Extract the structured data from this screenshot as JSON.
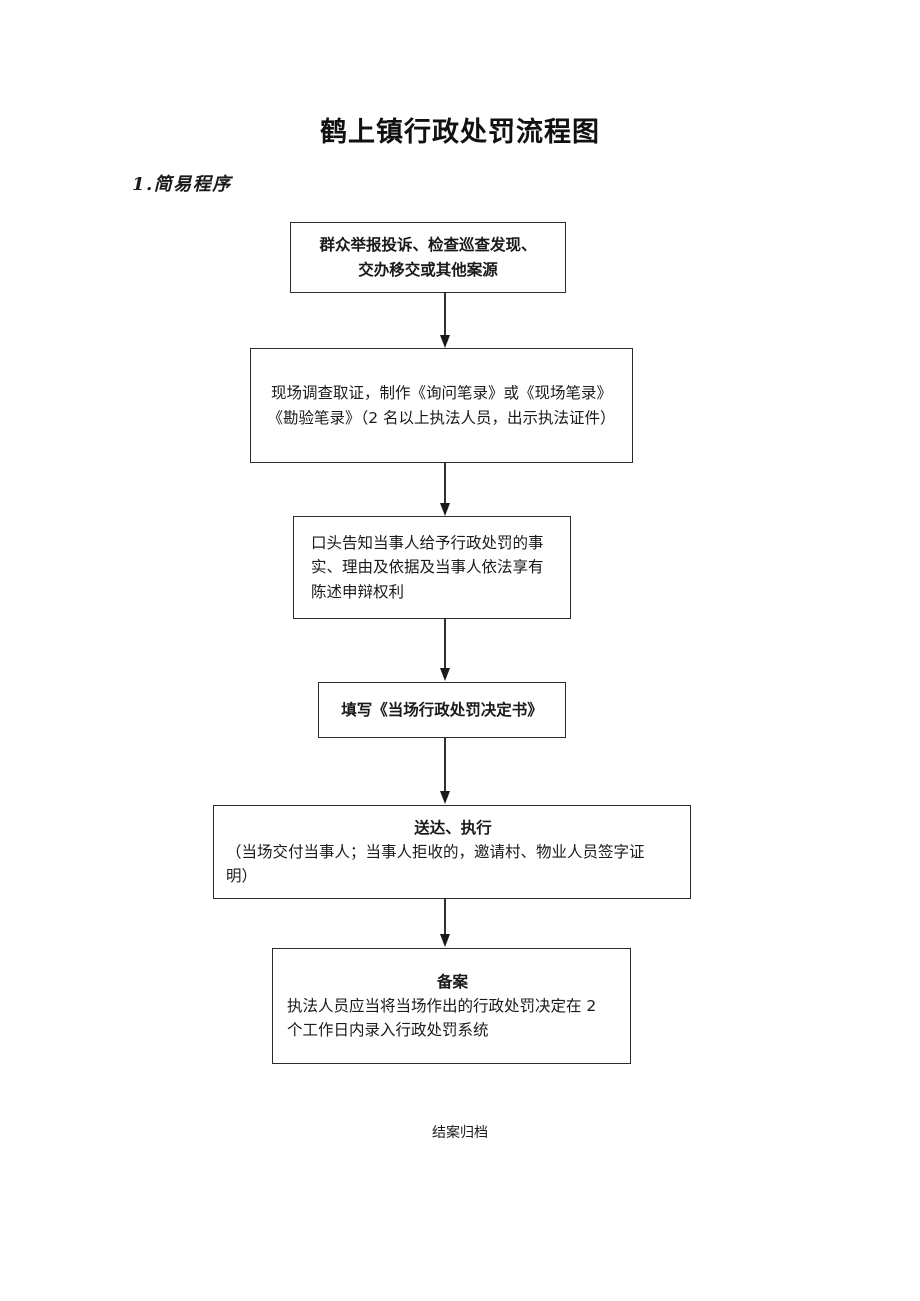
{
  "document": {
    "title": "鹤上镇行政处罚流程图",
    "subtitle": "1.简易程序",
    "end_note": "结案归档"
  },
  "chart_data": {
    "type": "diagram",
    "diagram_kind": "flowchart",
    "orientation": "top-to-bottom",
    "title": "鹤上镇行政处罚流程图",
    "section": "1.简易程序",
    "nodes": [
      {
        "id": "n1",
        "shape": "rectangle",
        "align": "center",
        "bold": true,
        "lines": [
          "群众举报投诉、检查巡查发现、",
          "交办移交或其他案源"
        ]
      },
      {
        "id": "n2",
        "shape": "rectangle",
        "align": "center",
        "bold": false,
        "lines": [
          "现场调查取证，制作《询问笔录》或《现场笔录》",
          "《勘验笔录》（2 名以上执法人员，出示执法证件）"
        ]
      },
      {
        "id": "n3",
        "shape": "rectangle",
        "align": "left",
        "bold": false,
        "lines": [
          "口头告知当事人给予行政处罚的事",
          "实、理由及依据及当事人依法享有",
          "陈述申辩权利"
        ]
      },
      {
        "id": "n4",
        "shape": "rectangle",
        "align": "center",
        "bold": true,
        "lines": [
          "填写《当场行政处罚决定书》"
        ]
      },
      {
        "id": "n5",
        "shape": "rectangle",
        "align": "left",
        "bold": false,
        "header": "送达、执行",
        "lines": [
          "（当场交付当事人；当事人拒收的，邀请村、物业人员签字证",
          "明）"
        ]
      },
      {
        "id": "n6",
        "shape": "rectangle",
        "align": "left",
        "bold": false,
        "header": "备案",
        "lines": [
          "执法人员应当将当场作出的行政处罚决定在 2",
          "个工作日内录入行政处罚系统"
        ]
      }
    ],
    "edges": [
      {
        "from": "n1",
        "to": "n2",
        "style": "solid-arrow-down"
      },
      {
        "from": "n2",
        "to": "n3",
        "style": "solid-arrow-down"
      },
      {
        "from": "n3",
        "to": "n4",
        "style": "solid-arrow-down"
      },
      {
        "from": "n4",
        "to": "n5",
        "style": "solid-arrow-down"
      },
      {
        "from": "n5",
        "to": "n6",
        "style": "solid-arrow-down"
      },
      {
        "from": "n6",
        "to": "end",
        "style": "solid-arrow-down"
      }
    ],
    "terminal_label": "结案归档",
    "colors": {
      "border": "#2b2b2b",
      "text": "#1a1a1a",
      "background": "#ffffff"
    }
  }
}
